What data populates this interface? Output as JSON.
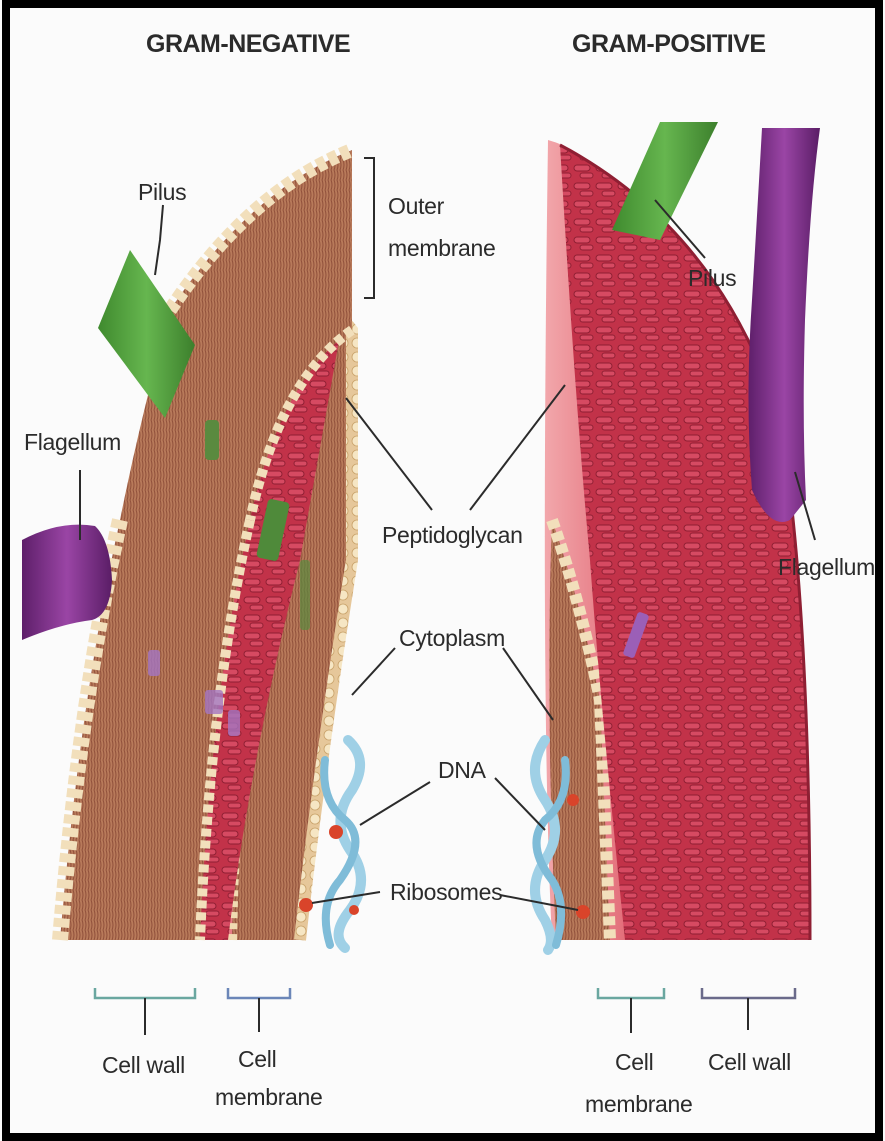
{
  "headings": {
    "left": "GRAM-NEGATIVE",
    "right": "GRAM-POSITIVE"
  },
  "labels": {
    "pilus_left": "Pilus",
    "outer_membrane_line1": "Outer",
    "outer_membrane_line2": "membrane",
    "pilus_right": "Pilus",
    "flagellum_left": "Flagellum",
    "peptidoglycan": "Peptidoglycan",
    "flagellum_right": "Flagellum",
    "cytoplasm": "Cytoplasm",
    "dna": "DNA",
    "ribosomes": "Ribosomes",
    "cell_wall_left": "Cell wall",
    "cell_membrane_left_line1": "Cell",
    "cell_membrane_left_line2": "membrane",
    "cell_membrane_right_line1": "Cell",
    "cell_membrane_right_line2": "membrane",
    "cell_wall_right": "Cell wall"
  },
  "colors": {
    "lipid_bilayer": "#e8cfa2",
    "lipid_heads": "#f3e3c3",
    "peptidoglycan": "#c8394f",
    "cytoplasm": "#e98088",
    "pilus": "#4f9a3a",
    "flagellum": "#7a2d86",
    "dna": "#9fd0e6",
    "ribosome": "#d9442a",
    "frame": "#000000"
  }
}
